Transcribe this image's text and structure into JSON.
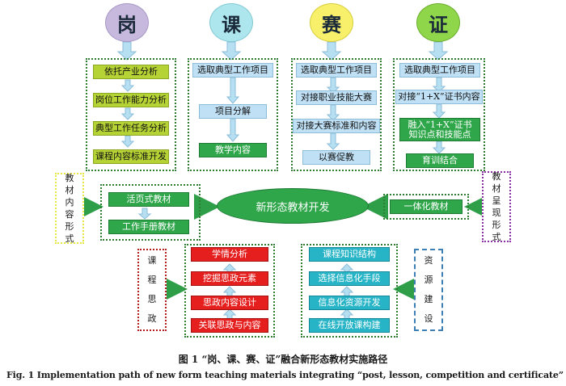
{
  "headers": [
    "岗",
    "课",
    "赛",
    "证"
  ],
  "colors": {
    "gang_circle": "#c7b8dd",
    "ke_circle": "#aee6ee",
    "sai_circle": "#f8f06a",
    "zheng_circle": "#8fd64a",
    "lime": "#b5d335",
    "lightblue": "#bfe0f5",
    "green": "#2fa64a",
    "red": "#e51e1e",
    "teal": "#27b4c6",
    "arrow_green": "#2e9e48",
    "arrow_blue": "#b7dff2"
  },
  "columns": {
    "gang": [
      "依托产业分析",
      "岗位工作能力分析",
      "典型工作任务分析",
      "课程内容标准开发"
    ],
    "ke": [
      "选取典型工作项目",
      "项目分解",
      "教学内容"
    ],
    "sai": [
      "选取典型工作项目",
      "对接职业技能大赛",
      "对接大赛标准和内容",
      "以赛促教"
    ],
    "zheng": [
      "选取典型工作项目",
      "对接“1+X”证书内容",
      "融入“1+X”证书知识点和技能点",
      "育训结合"
    ]
  },
  "zheng_split": [
    "融入“1+X”证书",
    "知识点和技能点"
  ],
  "middle": {
    "left_label": "教材内容形式",
    "left_items": [
      "活页式教材",
      "工作手册教材"
    ],
    "center": "新形态教材开发",
    "right_item": "一体化教材",
    "right_label": "教材呈现形式"
  },
  "bottom": {
    "ideology_label": "课程思政",
    "ideology_items": [
      "学情分析",
      "挖掘思政元素",
      "思政内容设计",
      "关联思政与内容"
    ],
    "resource_label": "资源建设",
    "resource_items": [
      "课程知识结构",
      "选择信息化手段",
      "信息化资源开发",
      "在线开放课构建"
    ]
  },
  "caption": {
    "cn": "图 1 “岗、课、赛、证”融合新形态教材实施路径",
    "en": "Fig. 1 Implementation path of new form teaching materials integrating “post, lesson, competition and certificate”"
  }
}
